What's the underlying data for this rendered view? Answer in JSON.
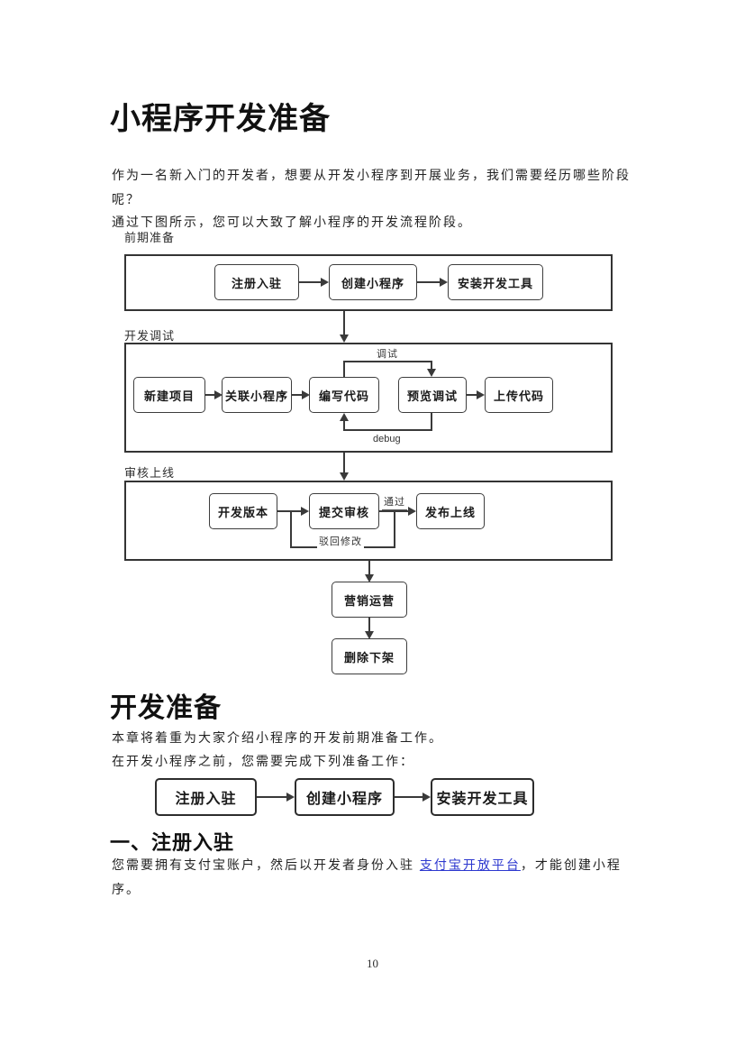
{
  "title": "小程序开发准备",
  "intro": {
    "p1": "作为一名新入门的开发者，想要从开发小程序到开展业务，我们需要经历哪些阶段呢？",
    "p2": "通过下图所示，您可以大致了解小程序的开发流程阶段。"
  },
  "flowchart": {
    "stages": [
      {
        "label": "前期准备",
        "boxes": [
          "注册入驻",
          "创建小程序",
          "安装开发工具"
        ]
      },
      {
        "label": "开发调试",
        "boxes": [
          "新建项目",
          "关联小程序",
          "编写代码",
          "预览调试",
          "上传代码"
        ],
        "loop_top_label": "调试",
        "loop_bottom_label": "debug"
      },
      {
        "label": "审核上线",
        "boxes": [
          "开发版本",
          "提交审核",
          "发布上线"
        ],
        "pass_label": "通过",
        "reject_label": "驳回修改"
      }
    ],
    "tail_boxes": [
      "营销运营",
      "删除下架"
    ]
  },
  "prep_section": {
    "title": "开发准备",
    "p1": "本章将着重为大家介绍小程序的开发前期准备工作。",
    "p2": "在开发小程序之前，您需要完成下列准备工作：",
    "steps": [
      "注册入驻",
      "创建小程序",
      "安装开发工具"
    ]
  },
  "register_section": {
    "title": "一、注册入驻",
    "text_before_link": "您需要拥有支付宝账户，然后以开发者身份入驻 ",
    "link": "支付宝开放平台",
    "text_after_link": "，才能创建小程序。"
  },
  "page": {
    "number": "10"
  },
  "colors": {
    "link": "#2d38cf",
    "line": "#3a3a3a",
    "text": "#1d1d1d"
  }
}
